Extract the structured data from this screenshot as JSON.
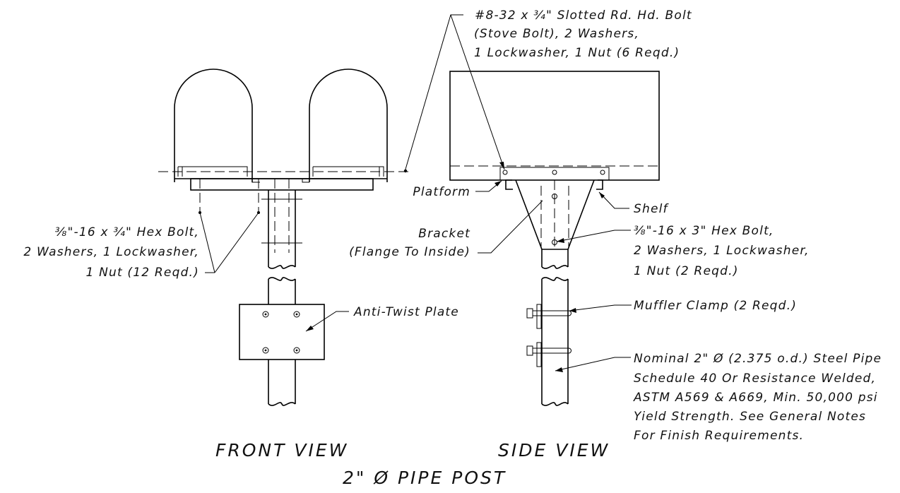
{
  "notes": {
    "bolt_top_1": "#8-32 x ¾\" Slotted Rd. Hd. Bolt",
    "bolt_top_2": "(Stove Bolt), 2 Washers,",
    "bolt_top_3": "1 Lockwasher, 1 Nut (6 Reqd.)",
    "hex_front_1": "⅜\"-16 x ¾\" Hex Bolt,",
    "hex_front_2": "2 Washers, 1 Lockwasher,",
    "hex_front_3": "1 Nut (12 Reqd.)",
    "platform": "Platform",
    "shelf": "Shelf",
    "bracket_1": "Bracket",
    "bracket_2": "(Flange To Inside)",
    "hex_side_1": "⅜\"-16 x 3\" Hex Bolt,",
    "hex_side_2": "2 Washers, 1 Lockwasher,",
    "hex_side_3": "1 Nut (2 Reqd.)",
    "anti_twist": "Anti-Twist Plate",
    "muffler": "Muffler Clamp (2 Reqd.)",
    "pipe_1": "Nominal 2\" Ø (2.375 o.d.) Steel Pipe",
    "pipe_2": "Schedule 40 Or Resistance Welded,",
    "pipe_3": "ASTM A569 & A669, Min. 50,000 psi",
    "pipe_4": "Yield Strength. See General Notes",
    "pipe_5": "For Finish Requirements."
  },
  "views": {
    "front": "FRONT VIEW",
    "side": "SIDE VIEW"
  },
  "title": "2\" Ø PIPE POST"
}
